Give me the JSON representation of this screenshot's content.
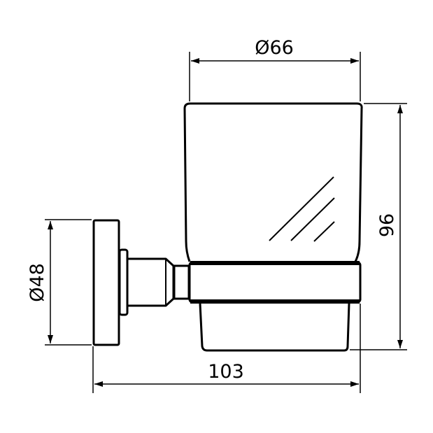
{
  "dimensions": {
    "top_diameter": "Ø66",
    "height": "96",
    "plate_diameter": "Ø48",
    "depth": "103"
  },
  "colors": {
    "line": "#000000",
    "background": "#ffffff"
  }
}
